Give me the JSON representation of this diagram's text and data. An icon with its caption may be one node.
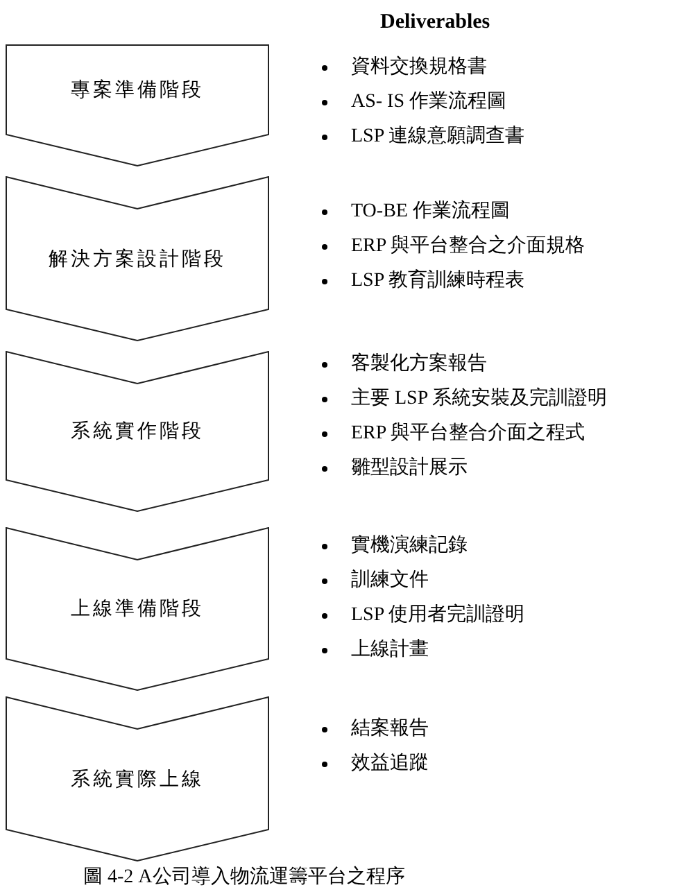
{
  "diagram": {
    "caption": "圖 4-2 A公司導入物流運籌平台之程序",
    "nodes": [
      {
        "text": [
          "專案準備階段"
        ],
        "beside": [
          "資料交換規格書",
          "AS- IS 作業流程圖",
          "LSP 連線意願調查書"
        ]
      },
      {
        "text": [
          "解決方案設計階段"
        ],
        "beside": [
          "TO-BE 作業流程圖",
          "ERP 與平台整合之介面規格",
          "LSP 教育訓練時程表"
        ]
      },
      {
        "text": [
          "系統實作階段"
        ],
        "beside": [
          "客製化方案報告",
          "主要 LSP 系統安裝及完訓證明",
          "ERP 與平台整合介面之程式",
          "雛型設計展示"
        ]
      },
      {
        "text": [
          "上線準備階段"
        ],
        "beside": [
          "實機演練記錄",
          "訓練文件",
          "LSP 使用者完訓證明",
          "上線計畫"
        ]
      },
      {
        "text": [
          "系統實際上線"
        ],
        "beside": [
          "結案報告",
          "效益追蹤"
        ]
      }
    ],
    "labels": [
      "Deliverables"
    ]
  }
}
